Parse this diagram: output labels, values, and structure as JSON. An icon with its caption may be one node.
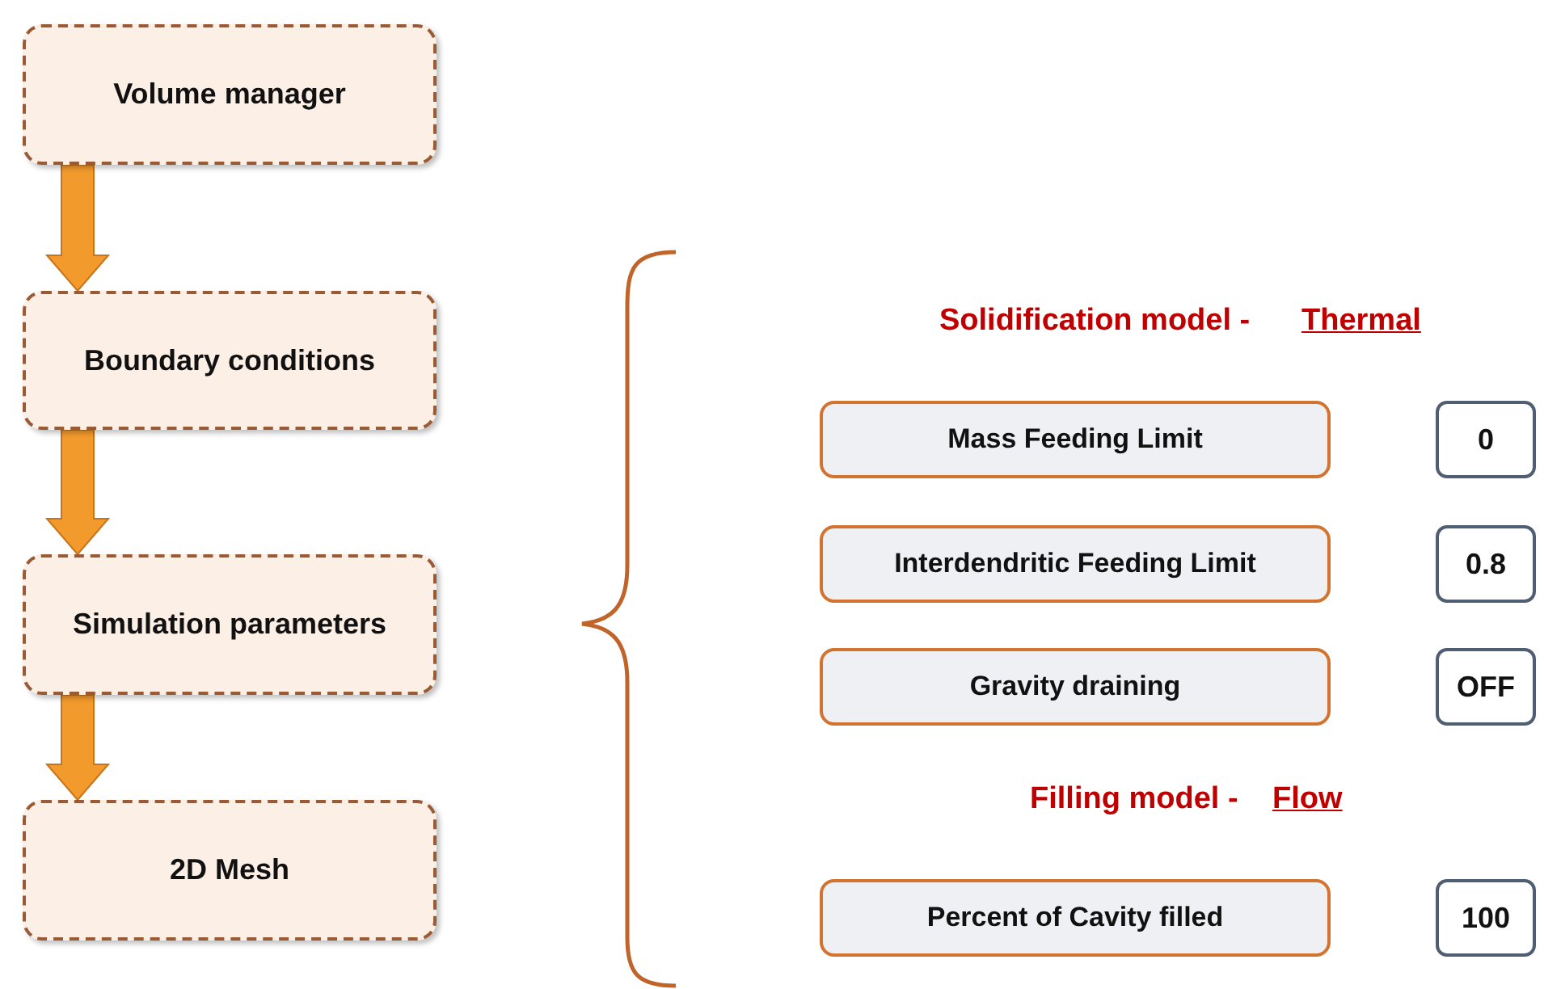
{
  "diagram": {
    "nodes": [
      {
        "text": [
          "Volume manager"
        ]
      },
      {
        "text": [
          "Boundary conditions"
        ]
      },
      {
        "text": [
          "Simulation parameters"
        ]
      },
      {
        "text": [
          "2D Mesh"
        ]
      },
      {
        "text": [
          "Mass Feeding Limit"
        ]
      },
      {
        "text": [
          "0"
        ]
      },
      {
        "text": [
          "Interdendritic Feeding Limit"
        ]
      },
      {
        "text": [
          "0.8"
        ]
      },
      {
        "text": [
          "Gravity draining"
        ]
      },
      {
        "text": [
          "OFF"
        ]
      },
      {
        "text": [
          "Percent of Cavity filled"
        ]
      },
      {
        "text": [
          "100"
        ]
      }
    ],
    "edges": [
      {
        "from": 0,
        "to": 1,
        "arrow": "to"
      },
      {
        "from": 1,
        "to": 2,
        "arrow": "to"
      },
      {
        "from": 2,
        "to": 3,
        "arrow": "to"
      }
    ],
    "labels": [
      "Solidification model -",
      "Thermal",
      "Filling model -",
      "Flow"
    ]
  }
}
